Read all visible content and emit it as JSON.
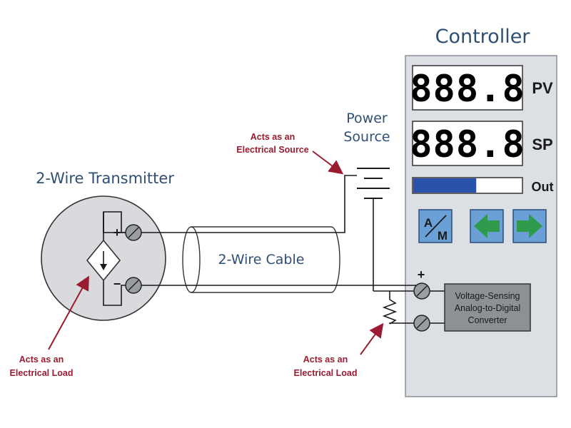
{
  "controller": {
    "title": "Controller",
    "pv_display": "888.8",
    "pv_label": "PV",
    "sp_display": "888.8",
    "sp_label": "SP",
    "out_label": "Out",
    "output_level": 0.58,
    "am_button_top": "A",
    "am_button_bottom": "M",
    "plus_sign": "+",
    "converter_lines": [
      "Voltage-Sensing",
      "Analog-to-Digital",
      "Converter"
    ]
  },
  "power_source": {
    "title_lines": [
      "Power",
      "Source"
    ],
    "note_lines": [
      "Acts as an",
      "Electrical Source"
    ]
  },
  "transmitter": {
    "title": "2-Wire Transmitter",
    "plus_sign": "+",
    "minus_sign": "−",
    "note_lines": [
      "Acts as an",
      "Electrical Load"
    ]
  },
  "cable": {
    "label": "2-Wire Cable"
  },
  "resistor": {
    "note_lines": [
      "Acts as an",
      "Electrical Load"
    ]
  },
  "colors": {
    "title_blue": "#2f4f73",
    "note_red": "#9b1b30",
    "panel_gray": "#dcdfe4",
    "out_bar_blue": "#2a52a8",
    "button_blue": "#6aa0d6",
    "arrow_green": "#2e9a4c"
  }
}
